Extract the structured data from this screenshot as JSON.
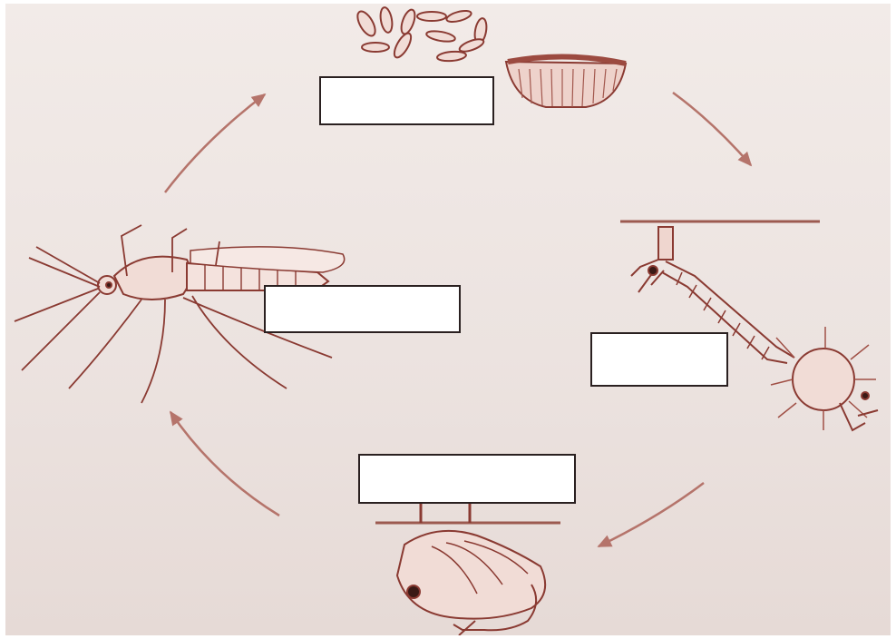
{
  "diagram": {
    "stages": [
      {
        "id": "eggs",
        "label": ""
      },
      {
        "id": "larva",
        "label": ""
      },
      {
        "id": "pupa",
        "label": ""
      },
      {
        "id": "adult",
        "label": ""
      }
    ],
    "colors": {
      "background": "#ece3e0",
      "ink": "#8a3a32",
      "ink_light": "#b5746b",
      "box_fill": "#ffffff",
      "box_border": "#2a2020"
    }
  }
}
